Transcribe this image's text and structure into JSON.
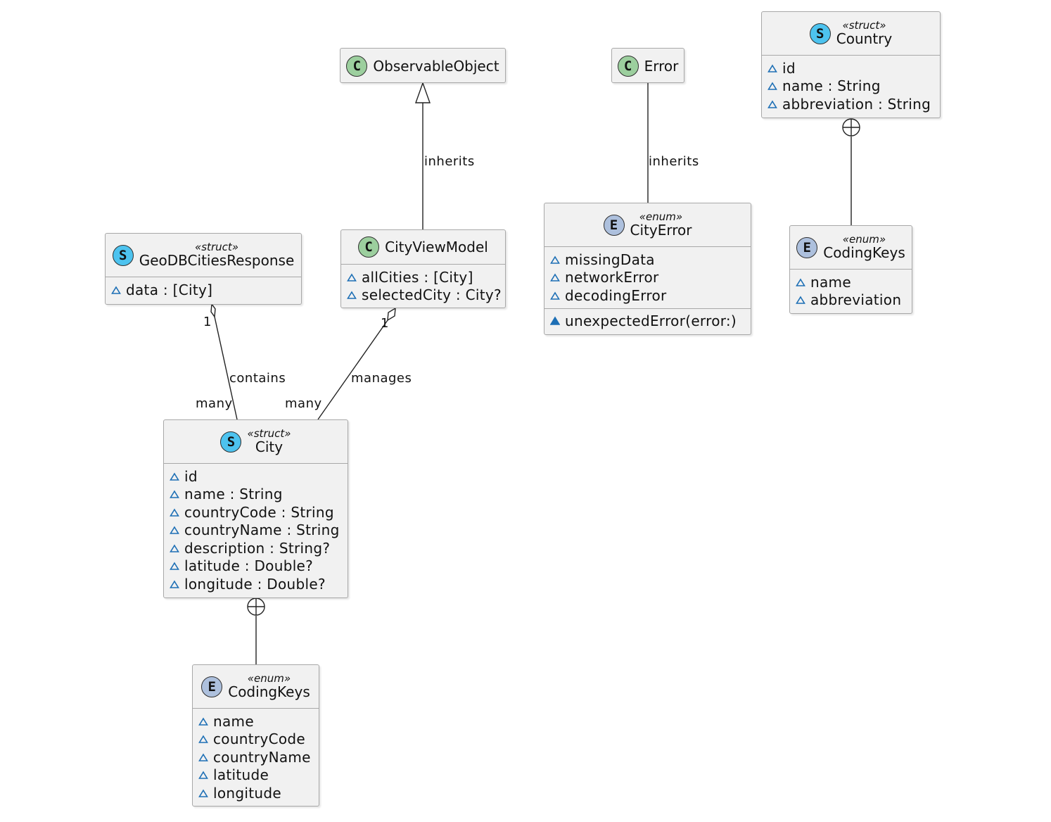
{
  "edges": {
    "observable_label": "inherits",
    "error_label": "inherits",
    "contains_label": "contains",
    "contains_source_mult": "1",
    "contains_target_mult": "many",
    "manages_label": "manages",
    "manages_source_mult": "1",
    "manages_target_mult": "many"
  },
  "colors": {
    "struct_badge": "#4dc3ef",
    "class_badge": "#9ccf9e",
    "enum_badge": "#adc0dd",
    "visibility_icon": "#1d6fb5"
  },
  "nodes": {
    "observable_object": {
      "badge": "C",
      "name": "ObservableObject"
    },
    "error": {
      "badge": "C",
      "name": "Error"
    },
    "country": {
      "badge": "S",
      "stereotype": "«struct»",
      "name": "Country",
      "fields": [
        "id",
        "name : String",
        "abbreviation : String"
      ]
    },
    "geodb": {
      "badge": "S",
      "stereotype": "«struct»",
      "name": "GeoDBCitiesResponse",
      "fields": [
        "data : [City]"
      ]
    },
    "city_view_model": {
      "badge": "C",
      "name": "CityViewModel",
      "fields": [
        "allCities : [City]",
        "selectedCity : City?"
      ]
    },
    "city_error": {
      "badge": "E",
      "stereotype": "«enum»",
      "name": "CityError",
      "fields": [
        "missingData",
        "networkError",
        "decodingError"
      ],
      "methods": [
        "unexpectedError(error:)"
      ]
    },
    "country_coding_keys": {
      "badge": "E",
      "stereotype": "«enum»",
      "name": "CodingKeys",
      "fields": [
        "name",
        "abbreviation"
      ]
    },
    "city": {
      "badge": "S",
      "stereotype": "«struct»",
      "name": "City",
      "fields": [
        "id",
        "name : String",
        "countryCode : String",
        "countryName : String",
        "description : String?",
        "latitude : Double?",
        "longitude : Double?"
      ]
    },
    "city_coding_keys": {
      "badge": "E",
      "stereotype": "«enum»",
      "name": "CodingKeys",
      "fields": [
        "name",
        "countryCode",
        "countryName",
        "latitude",
        "longitude"
      ]
    }
  }
}
